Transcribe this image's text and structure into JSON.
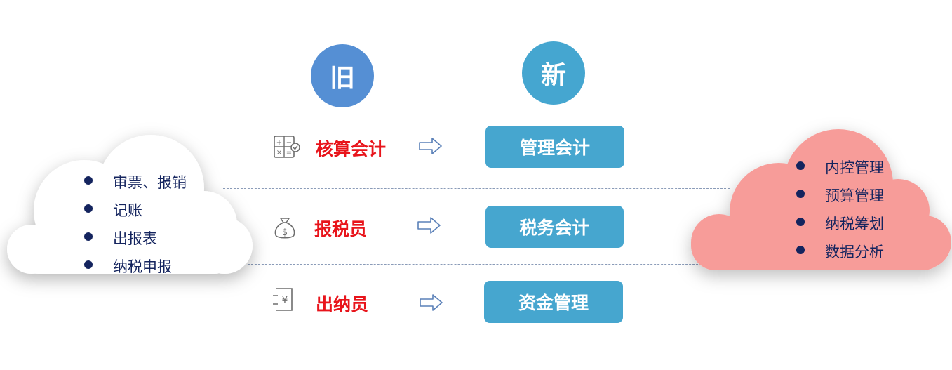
{
  "header": {
    "old": "旧",
    "new": "新",
    "old_color": "#558fd4",
    "new_color": "#45a6d0"
  },
  "rows": [
    {
      "icon": "calculator-icon",
      "old_label": "核算会计",
      "new_label": "管理会计"
    },
    {
      "icon": "money-bag-icon",
      "old_label": "报税员",
      "new_label": "税务会计"
    },
    {
      "icon": "yen-receipt-icon",
      "old_label": "出纳员",
      "new_label": "资金管理"
    }
  ],
  "left_cloud": {
    "color": "#ffffff",
    "items": [
      "审票、报销",
      "记账",
      "出报表",
      "纳税申报"
    ]
  },
  "right_cloud": {
    "color": "#f79c99",
    "items": [
      "内控管理",
      "预算管理",
      "纳税筹划",
      "数据分析"
    ]
  },
  "colors": {
    "old_label": "#e8141b",
    "new_box": "#46a6cf",
    "list_text": "#14245e",
    "arrow": "#5a80b8"
  }
}
